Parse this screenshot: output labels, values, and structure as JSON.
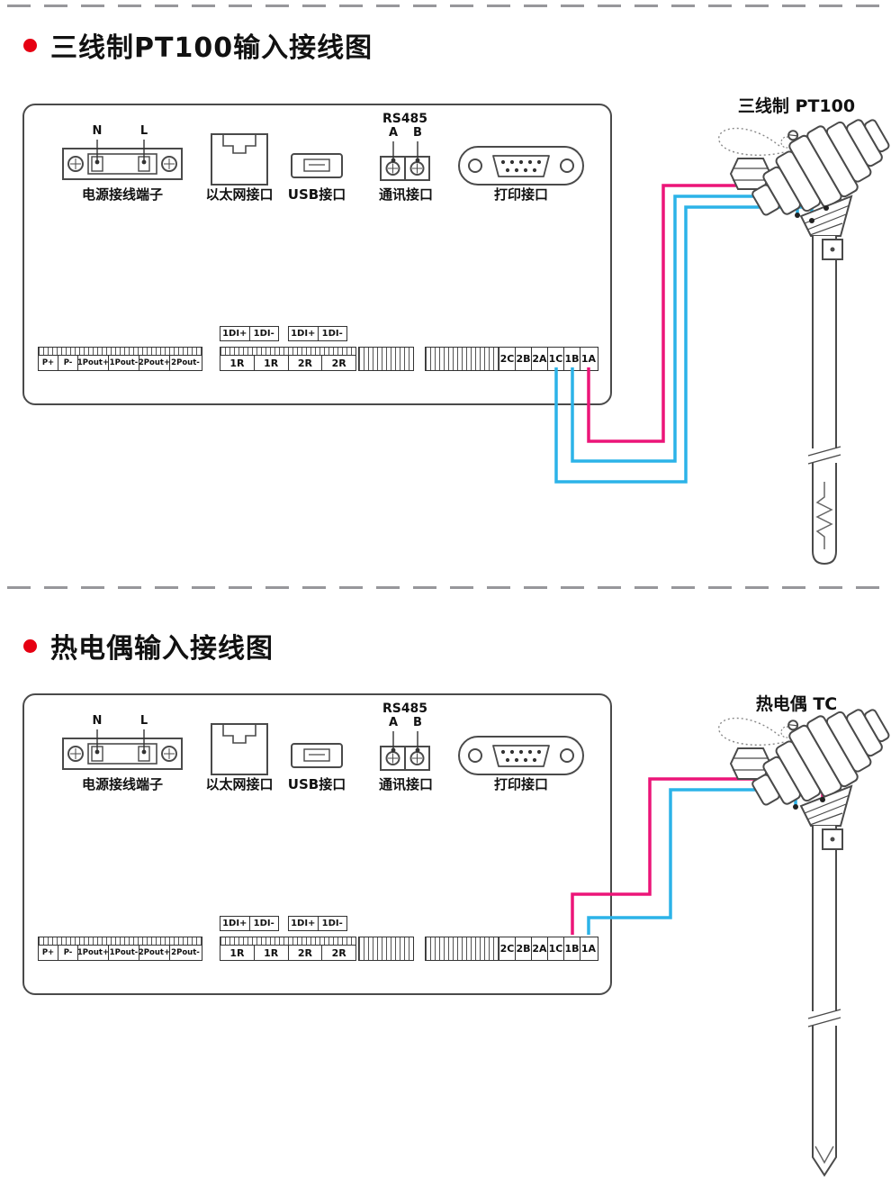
{
  "colors": {
    "accent_red": "#e60012",
    "wire_pink": "#ec1578",
    "wire_cyan": "#2cb3e8",
    "outline": "#4a4a4a"
  },
  "sections": [
    {
      "title": "三线制PT100输入接线图",
      "sensor_label": "三线制 PT100"
    },
    {
      "title": "热电偶输入接线图",
      "sensor_label": "热电偶 TC"
    }
  ],
  "panel": {
    "power": {
      "label": "电源接线端子",
      "pin_n": "N",
      "pin_l": "L"
    },
    "ethernet": {
      "label": "以太网接口"
    },
    "usb": {
      "label": "USB接口"
    },
    "rs485": {
      "title": "RS485",
      "pin_a": "A",
      "pin_b": "B",
      "label": "通讯接口"
    },
    "printer": {
      "label": "打印接口"
    },
    "strip_left": [
      "P+",
      "P-",
      "1Pout+",
      "1Pout-",
      "2Pout+",
      "2Pout-"
    ],
    "di_block_1": [
      "1DI+",
      "1DI-"
    ],
    "di_block_2": [
      "1DI+",
      "1DI-"
    ],
    "relay_strip": [
      "1R",
      "1R",
      "2R",
      "2R"
    ],
    "io_strip": [
      "2C",
      "2B",
      "2A",
      "1C",
      "1B",
      "1A"
    ]
  }
}
